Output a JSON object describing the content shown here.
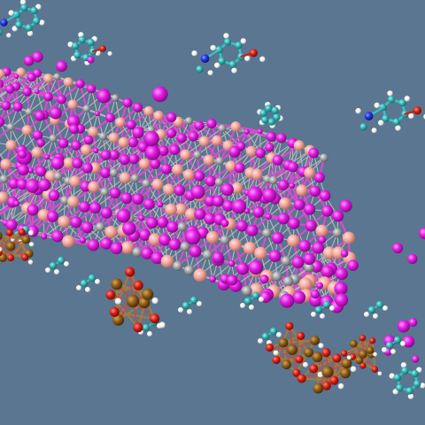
{
  "scene": {
    "description_visible_text": "",
    "background_color": "#5a7691",
    "palette": {
      "iodide_magenta": "#e51be5",
      "lead_silver": "#9ea0a3",
      "cesium_salmon": "#f3a59b",
      "carbon_teal": "#2fb0b0",
      "hydrogen_white": "#f4f4f4",
      "oxygen_red": "#d61b10",
      "nitrogen_blue": "#1d2ee0",
      "iron_brown": "#8b5a12",
      "bond_gray": "#b8b8b8",
      "bond_magenta": "#d94cd0"
    },
    "icons": [
      "perovskite-lattice",
      "organic-ligand",
      "metal-oxo-cluster"
    ]
  }
}
